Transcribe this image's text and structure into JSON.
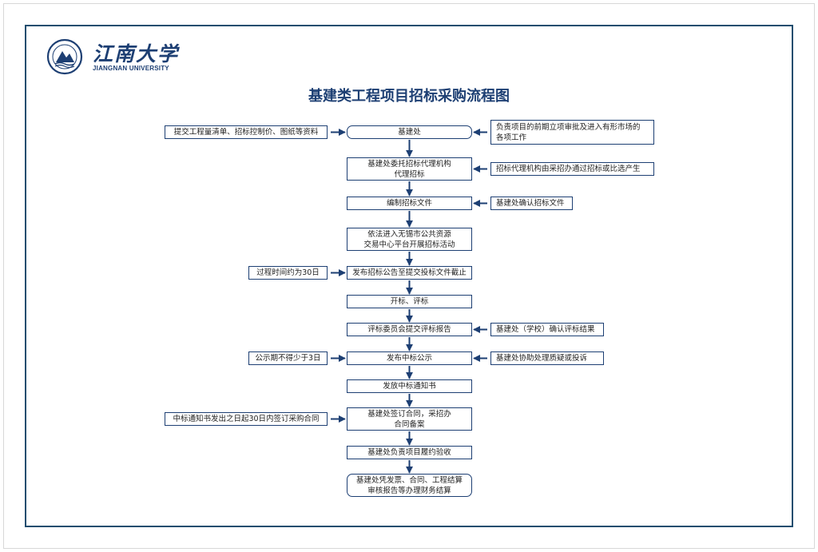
{
  "logo": {
    "name_cn": "江南大学",
    "name_en": "JIANGNAN UNIVERSITY"
  },
  "title": "基建类工程项目招标采购流程图",
  "colors": {
    "primary": "#1d3f73",
    "frame": "#1f4d6e",
    "text": "#222222"
  },
  "main_steps": [
    "基建处",
    "基建处委托招标代理机构\n代理招标",
    "编制招标文件",
    "依法进入无锡市公共资源\n交易中心平台开展招标活动",
    "发布招标公告至提交投标文件截止",
    "开标、评标",
    "评标委员会提交评标报告",
    "发布中标公示",
    "发放中标通知书",
    "基建处签订合同，采招办\n合同备案",
    "基建处负责项目履约验收",
    "基建处凭发票、合同、工程结算\n审核报告等办理财务结算"
  ],
  "left_notes": [
    {
      "text": "提交工程量清单、招标控制价、图纸等资料",
      "step": 0
    },
    {
      "text": "过程时间约为30日",
      "step": 4
    },
    {
      "text": "公示期不得少于3日",
      "step": 7
    },
    {
      "text": "中标通知书发出之日起30日内签订采购合同",
      "step": 9
    }
  ],
  "right_notes": [
    {
      "text": "负责项目的前期立项审批及进入有形市场的\n各项工作",
      "step": 0
    },
    {
      "text": "招标代理机构由采招办通过招标或比选产生",
      "step": 1
    },
    {
      "text": "基建处确认招标文件",
      "step": 2
    },
    {
      "text": "基建处（学校）确认评标结果",
      "step": 6
    },
    {
      "text": "基建处协助处理质疑或投诉",
      "step": 7
    }
  ]
}
